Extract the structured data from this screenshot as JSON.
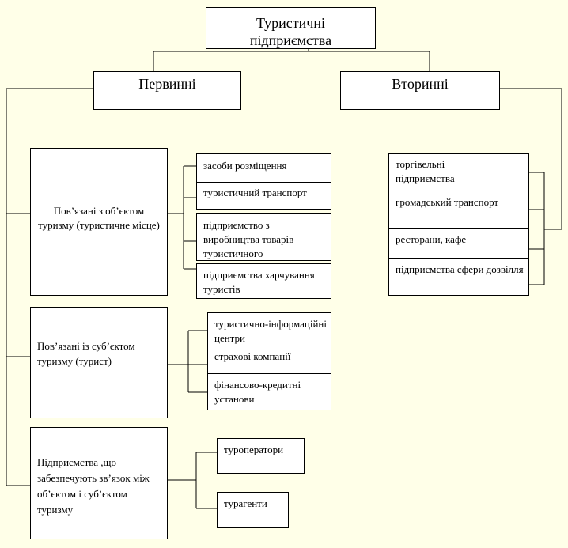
{
  "root": {
    "label": "Туристичні підприємства"
  },
  "primary": {
    "label": "Первинні",
    "groups": [
      {
        "label": "Пов’язані з об’єктом туризму (туристичне місце)",
        "items": [
          "засоби розміщення",
          "туристичний транспорт",
          "підприємство з виробництва товарів туристичного",
          "підприємства харчування туристів"
        ]
      },
      {
        "label": "Пов’язані із суб’єктом туризму (турист)",
        "items": [
          "туристично-інформаційні центри",
          "страхові компанії",
          "фінансово-кредитні установи"
        ]
      },
      {
        "label": "Підприємства ,що забезпечують зв’язок між об’єктом і суб’єктом туризму",
        "items": [
          "туроператори",
          "турагенти"
        ]
      }
    ]
  },
  "secondary": {
    "label": "Вторинні",
    "items": [
      "торгівельні підприємства",
      "громадський транспорт",
      "ресторани, кафе",
      "підприємства сфери дозвілля"
    ]
  }
}
